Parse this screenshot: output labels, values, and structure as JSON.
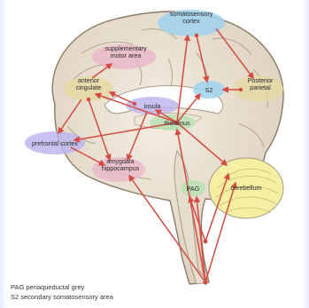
{
  "diagram": {
    "regions": [
      {
        "id": "somatosensory-cortex",
        "lines": [
          "somatosensory",
          "cortex"
        ],
        "color": "#9fd2ef"
      },
      {
        "id": "supplementary-motor-area",
        "lines": [
          "supplementary",
          "motor area"
        ],
        "color": "#e9b6c8"
      },
      {
        "id": "anterior-cingulate",
        "lines": [
          "anterior",
          "cingulate"
        ],
        "color": "#e6d9a2"
      },
      {
        "id": "insula",
        "lines": [
          "insula"
        ],
        "color": "#bcb3ec"
      },
      {
        "id": "thalamus",
        "lines": [
          "thalamus"
        ],
        "color": "#b9e0b1"
      },
      {
        "id": "s2",
        "lines": [
          "S2"
        ],
        "color": "#9fd2ef"
      },
      {
        "id": "posterior-parietal",
        "lines": [
          "Posterior",
          "parietal"
        ],
        "color": "#e6d9a2"
      },
      {
        "id": "prefrontal-cortex",
        "lines": [
          "prefrontal cortex"
        ],
        "color": "#bcb3ec"
      },
      {
        "id": "amygdala-hippocampus",
        "lines": [
          "amygdala",
          "hippocampus"
        ],
        "color": "#e9b6c8"
      },
      {
        "id": "pag",
        "lines": [
          "PAG"
        ],
        "color": "#b9e0b1"
      },
      {
        "id": "cerebellum",
        "lines": [
          "cerebellum"
        ],
        "color": "#f4efa3"
      }
    ],
    "arrow_color": "#d44b43"
  },
  "legend": {
    "line1": "PAG periaqueductal grey",
    "line2": "S2 secondary somatosensory area"
  }
}
